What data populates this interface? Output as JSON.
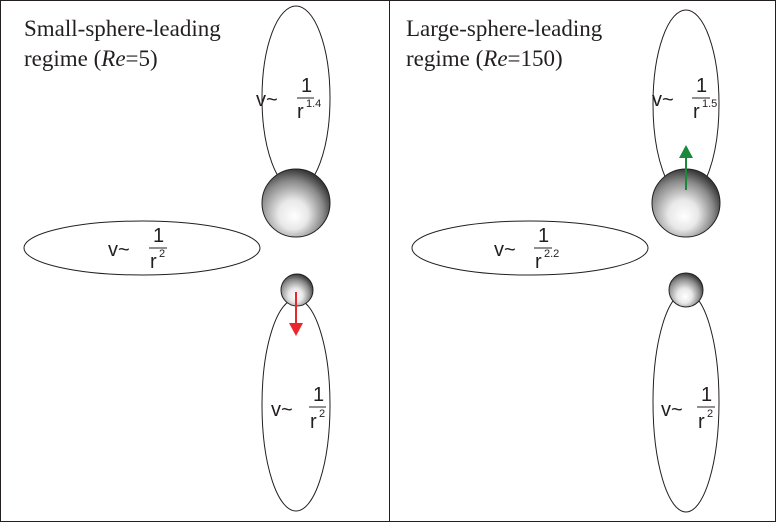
{
  "panels": [
    {
      "title_line1": "Small-sphere-leading",
      "title_line2_prefix": "regime (",
      "title_line2_italic": "Re",
      "title_line2_suffix": "=5)",
      "lobes": [
        {
          "id": "top",
          "v": "v~",
          "num": "1",
          "base": "r",
          "exp": "1.4"
        },
        {
          "id": "left",
          "v": "v~",
          "num": "1",
          "base": "r",
          "exp": "2"
        },
        {
          "id": "bottom",
          "v": "v~",
          "num": "1",
          "base": "r",
          "exp": "2"
        }
      ],
      "arrow": {
        "color": "#e8262b",
        "direction": "down",
        "on": "small-sphere"
      }
    },
    {
      "title_line1": "Large-sphere-leading",
      "title_line2_prefix": "regime (",
      "title_line2_italic": "Re",
      "title_line2_suffix": "=150)",
      "lobes": [
        {
          "id": "top",
          "v": "v~",
          "num": "1",
          "base": "r",
          "exp": "1.5"
        },
        {
          "id": "left",
          "v": "v~",
          "num": "1",
          "base": "r",
          "exp": "2.2"
        },
        {
          "id": "bottom",
          "v": "v~",
          "num": "1",
          "base": "r",
          "exp": "2"
        }
      ],
      "arrow": {
        "color": "#1a8a3a",
        "direction": "up",
        "on": "large-sphere"
      }
    }
  ]
}
